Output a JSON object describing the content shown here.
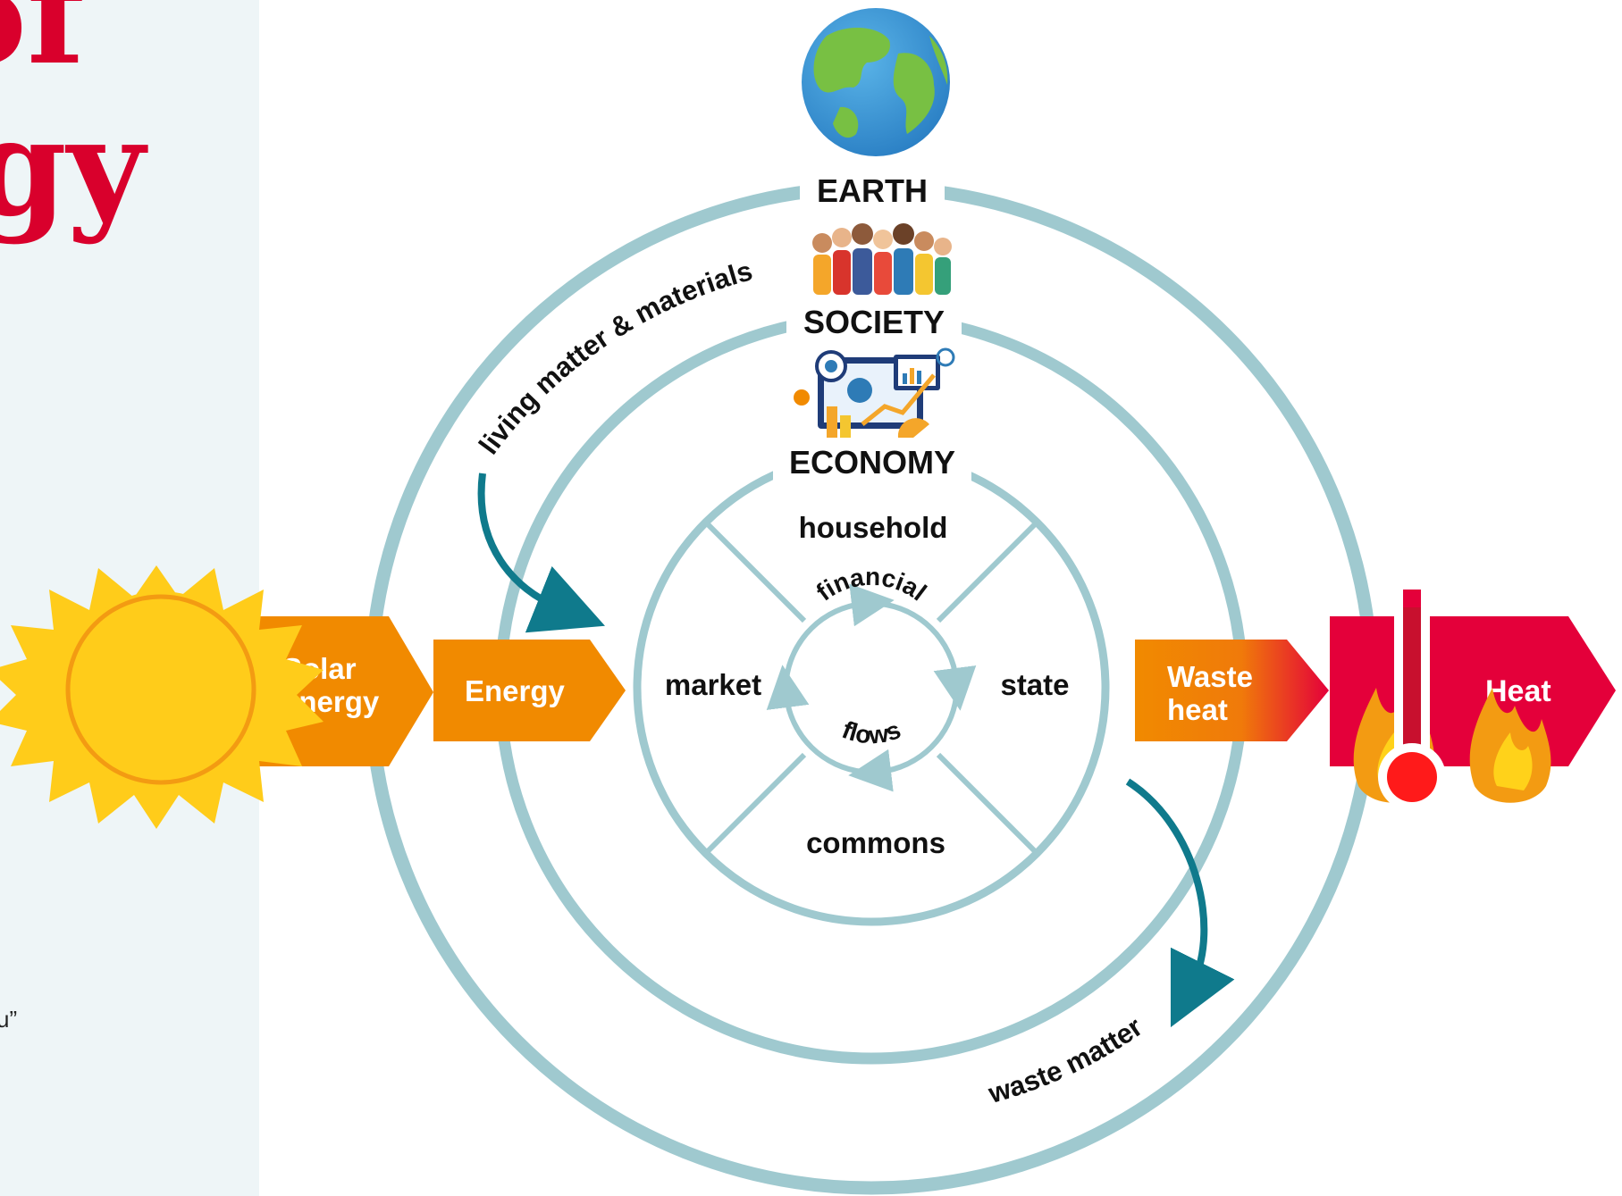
{
  "title_fragment": {
    "line1": "of",
    "line2": "gy"
  },
  "side_text_fragment": "u”",
  "rings": {
    "earth": "EARTH",
    "society": "SOCIETY",
    "economy": "ECONOMY"
  },
  "sectors": {
    "top": "household",
    "left": "market",
    "right": "state",
    "bottom": "commons"
  },
  "center": {
    "upper": "financial",
    "lower": "flows"
  },
  "flows": {
    "inflow": "living matter & materials",
    "outflow": "waste matter"
  },
  "arrows": {
    "solar": {
      "line1": "Solar",
      "line2": "energy"
    },
    "energy": "Energy",
    "waste_heat": {
      "line1": "Waste",
      "line2": "heat"
    },
    "heat": "Heat"
  },
  "colors": {
    "accent_red": "#d9002c",
    "orange": "#f18a00",
    "ring": "#9fc9cf",
    "flow_arrow": "#0f7a8c",
    "sidebar": "#eef5f7",
    "sun": "#ffcc1a"
  },
  "icons": [
    "globe-icon",
    "people-icon",
    "economy-dashboard-icon",
    "sun-icon",
    "thermometer-icon",
    "flame-icon"
  ]
}
